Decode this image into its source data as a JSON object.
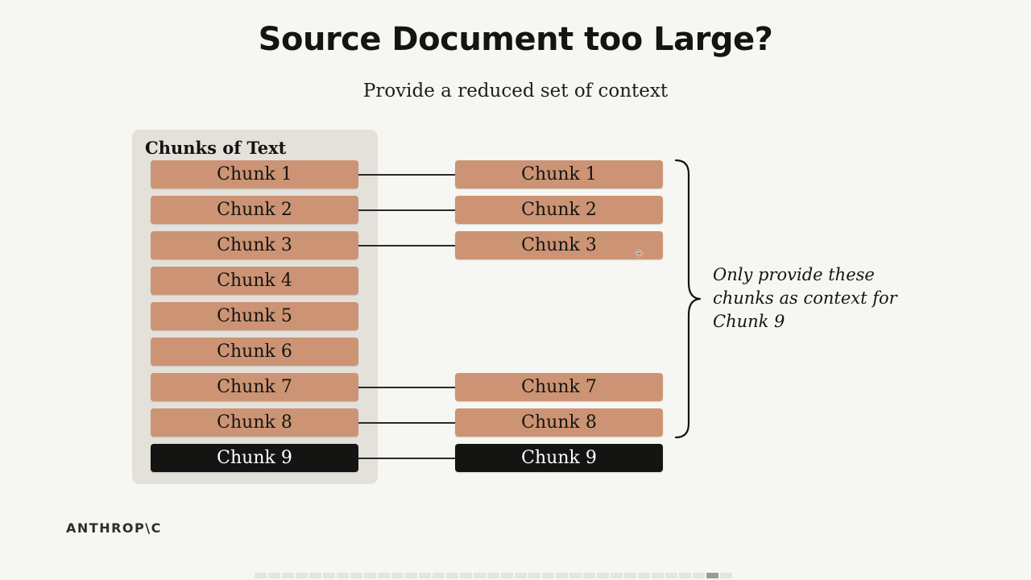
{
  "slide": {
    "title": "Source Document too Large?",
    "subtitle": "Provide a reduced set of context"
  },
  "panel": {
    "title": "Chunks of Text"
  },
  "left_chunks": [
    {
      "label": "Chunk 1",
      "kind": "context"
    },
    {
      "label": "Chunk 2",
      "kind": "context"
    },
    {
      "label": "Chunk 3",
      "kind": "context"
    },
    {
      "label": "Chunk 4",
      "kind": "context"
    },
    {
      "label": "Chunk 5",
      "kind": "context"
    },
    {
      "label": "Chunk 6",
      "kind": "context"
    },
    {
      "label": "Chunk 7",
      "kind": "context"
    },
    {
      "label": "Chunk 8",
      "kind": "context"
    },
    {
      "label": "Chunk 9",
      "kind": "target"
    }
  ],
  "right_chunks": [
    {
      "label": "Chunk 1",
      "kind": "context"
    },
    {
      "label": "Chunk 2",
      "kind": "context"
    },
    {
      "label": "Chunk 3",
      "kind": "context"
    },
    {
      "label": "Chunk 7",
      "kind": "context"
    },
    {
      "label": "Chunk 8",
      "kind": "context"
    },
    {
      "label": "Chunk 9",
      "kind": "target"
    }
  ],
  "note": {
    "line1": "Only provide these",
    "line2": "chunks as context for",
    "line3": "Chunk 9"
  },
  "brand": {
    "logo_text": "ANTHROP\\C"
  },
  "colors": {
    "chunk": "#cc9474",
    "target_chunk": "#141413",
    "panel": "#e3e1da",
    "background": "#f6f6f2"
  },
  "icons": {
    "cursor": "move-cursor-icon"
  }
}
